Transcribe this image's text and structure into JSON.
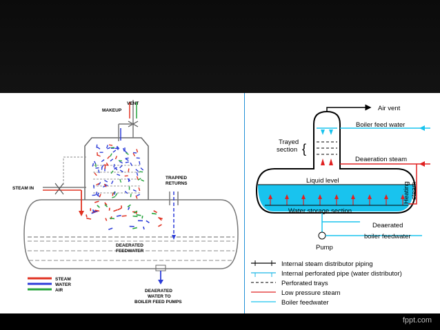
{
  "left": {
    "labels": {
      "vent": "VENT",
      "makeup": "MAKEUP",
      "steam_in": "STEAM IN",
      "trapped_returns_1": "TRAPPED",
      "trapped_returns_2": "RETURNS",
      "deaerated_feedwater_1": "DEAERATED",
      "deaerated_feedwater_2": "FEEDWATER",
      "to_pumps_1": "DEAERATED",
      "to_pumps_2": "WATER TO",
      "to_pumps_3": "BOILER FEED PUMPS"
    },
    "legend": [
      {
        "label": "STEAM",
        "color": "#e03020"
      },
      {
        "label": "WATER",
        "color": "#2b3bd8"
      },
      {
        "label": "AIR",
        "color": "#23a33a"
      }
    ]
  },
  "right": {
    "labels": {
      "air_vent": "Air vent",
      "boiler_feed_water": "Boiler feed water",
      "trayed_1": "Trayed",
      "trayed_2": "section",
      "deaeration_steam": "Deaeration steam",
      "liquid_level": "Liquid level",
      "heating_1": "Heating",
      "heating_2": "steam",
      "water_storage": "Water storage section",
      "deaerated_1": "Deaerated",
      "deaerated_2": "boiler feedwater",
      "pump": "Pump"
    },
    "legend": [
      {
        "label": "Internal steam distributor piping",
        "style": "tee",
        "color": "#000000"
      },
      {
        "label": "Internal perforated pipe (water distributor)",
        "style": "tee",
        "color": "#19b6e6"
      },
      {
        "label": "Perforated trays",
        "style": "dash",
        "color": "#000000"
      },
      {
        "label": "Low pressure steam",
        "style": "solid",
        "color": "#e02020"
      },
      {
        "label": "Boiler feedwater",
        "style": "solid",
        "color": "#19c3ee"
      }
    ]
  },
  "brand": "fppt.com"
}
